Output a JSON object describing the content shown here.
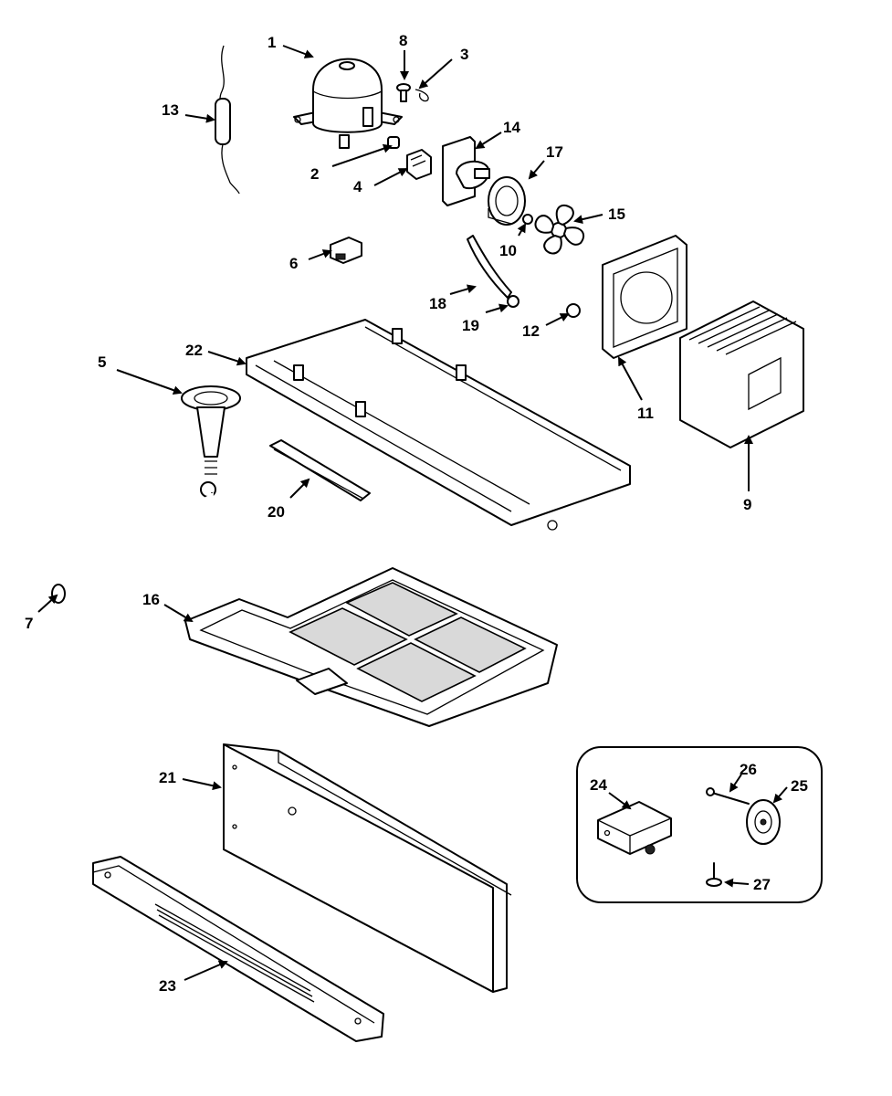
{
  "callouts": [
    {
      "id": "lbl-1",
      "text": "1"
    },
    {
      "id": "lbl-2",
      "text": "2"
    },
    {
      "id": "lbl-3",
      "text": "3"
    },
    {
      "id": "lbl-4",
      "text": "4"
    },
    {
      "id": "lbl-5",
      "text": "5"
    },
    {
      "id": "lbl-6",
      "text": "6"
    },
    {
      "id": "lbl-7",
      "text": "7"
    },
    {
      "id": "lbl-8",
      "text": "8"
    },
    {
      "id": "lbl-9",
      "text": "9"
    },
    {
      "id": "lbl-10",
      "text": "10"
    },
    {
      "id": "lbl-11",
      "text": "11"
    },
    {
      "id": "lbl-12",
      "text": "12"
    },
    {
      "id": "lbl-13",
      "text": "13"
    },
    {
      "id": "lbl-14",
      "text": "14"
    },
    {
      "id": "lbl-15",
      "text": "15"
    },
    {
      "id": "lbl-16",
      "text": "16"
    },
    {
      "id": "lbl-17",
      "text": "17"
    },
    {
      "id": "lbl-18",
      "text": "18"
    },
    {
      "id": "lbl-19",
      "text": "19"
    },
    {
      "id": "lbl-20",
      "text": "20"
    },
    {
      "id": "lbl-21",
      "text": "21"
    },
    {
      "id": "lbl-22",
      "text": "22"
    },
    {
      "id": "lbl-23",
      "text": "23"
    },
    {
      "id": "lbl-24",
      "text": "24"
    },
    {
      "id": "lbl-25",
      "text": "25"
    },
    {
      "id": "lbl-26",
      "text": "26"
    },
    {
      "id": "lbl-27",
      "text": "27"
    }
  ]
}
